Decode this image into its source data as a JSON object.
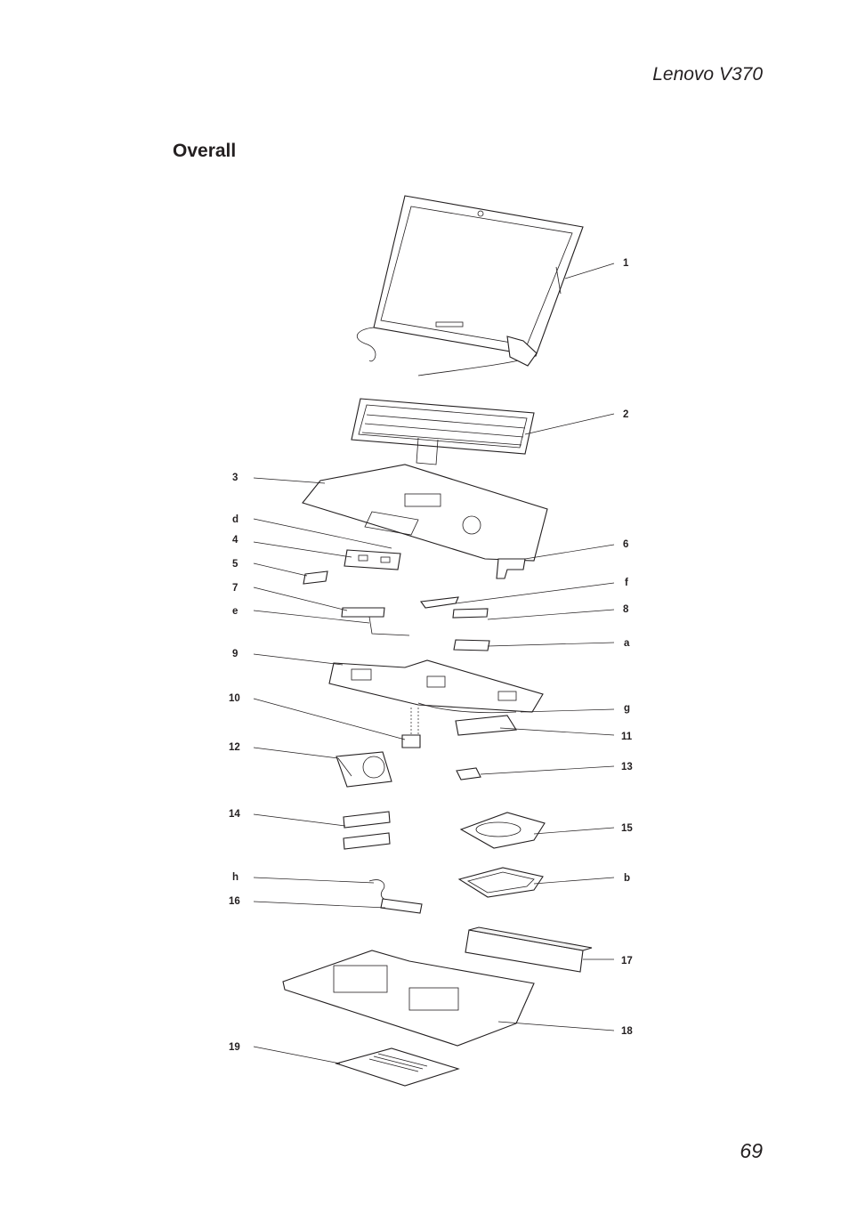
{
  "header": {
    "model": "Lenovo V370"
  },
  "section": {
    "title": "Overall"
  },
  "footer": {
    "page_number": "69"
  },
  "callouts": {
    "right": [
      "1",
      "2",
      "6",
      "f",
      "8",
      "a",
      "g",
      "11",
      "13",
      "15",
      "b",
      "17",
      "18"
    ],
    "left": [
      "3",
      "d",
      "4",
      "5",
      "7",
      "e",
      "9",
      "10",
      "12",
      "14",
      "h",
      "16",
      "19"
    ]
  }
}
